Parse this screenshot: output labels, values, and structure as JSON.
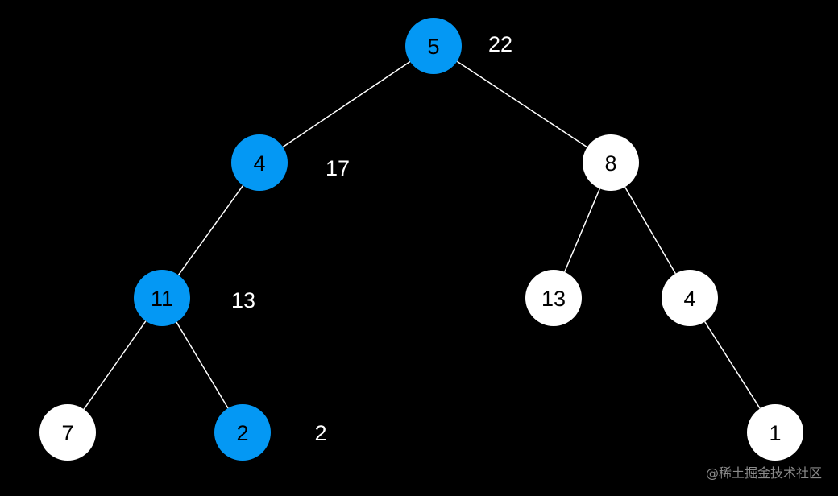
{
  "colors": {
    "background": "#000000",
    "path_node": "#0498f4",
    "normal_node": "#ffffff",
    "edge": "#ffffff",
    "sum_text": "#ffffff",
    "node_text": "#000000"
  },
  "nodes": [
    {
      "id": "root",
      "value": "5",
      "on_path": true,
      "running_sum": "22"
    },
    {
      "id": "l",
      "value": "4",
      "on_path": true,
      "running_sum": "17"
    },
    {
      "id": "r",
      "value": "8",
      "on_path": false
    },
    {
      "id": "ll",
      "value": "11",
      "on_path": true,
      "running_sum": "13"
    },
    {
      "id": "rl",
      "value": "13",
      "on_path": false
    },
    {
      "id": "rr",
      "value": "4",
      "on_path": false
    },
    {
      "id": "lll",
      "value": "7",
      "on_path": false
    },
    {
      "id": "llr",
      "value": "2",
      "on_path": true,
      "running_sum": "2"
    },
    {
      "id": "rrr",
      "value": "1",
      "on_path": false
    }
  ],
  "edges": [
    [
      "root",
      "l"
    ],
    [
      "root",
      "r"
    ],
    [
      "l",
      "ll"
    ],
    [
      "r",
      "rl"
    ],
    [
      "r",
      "rr"
    ],
    [
      "ll",
      "lll"
    ],
    [
      "ll",
      "llr"
    ],
    [
      "rr",
      "rrr"
    ]
  ],
  "watermark": "@稀土掘金技术社区"
}
